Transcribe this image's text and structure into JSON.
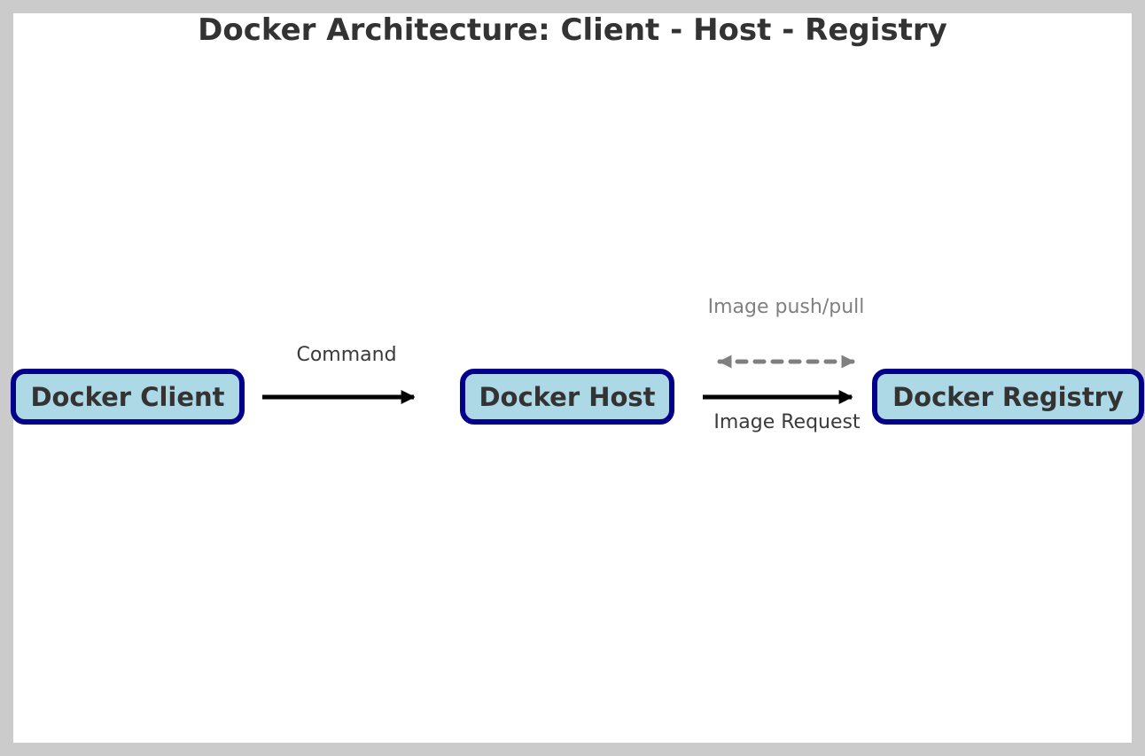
{
  "title": "Docker Architecture: Client - Host - Registry",
  "nodes": {
    "client": {
      "label": "Docker Client"
    },
    "host": {
      "label": "Docker Host"
    },
    "registry": {
      "label": "Docker Registry"
    }
  },
  "edges": {
    "command": {
      "label": "Command"
    },
    "image_push_pull": {
      "label": "Image push/pull"
    },
    "image_request": {
      "label": "Image Request"
    }
  },
  "colors": {
    "page_background": "#cbcbcb",
    "canvas_background": "#ffffff",
    "node_fill": "#add8e6",
    "node_border": "#00008b",
    "solid_arrow": "#000000",
    "dashed_arrow": "#808080",
    "title_text": "#333333",
    "label_dark_text": "#3a3a3a",
    "label_gray_text": "#808080"
  }
}
